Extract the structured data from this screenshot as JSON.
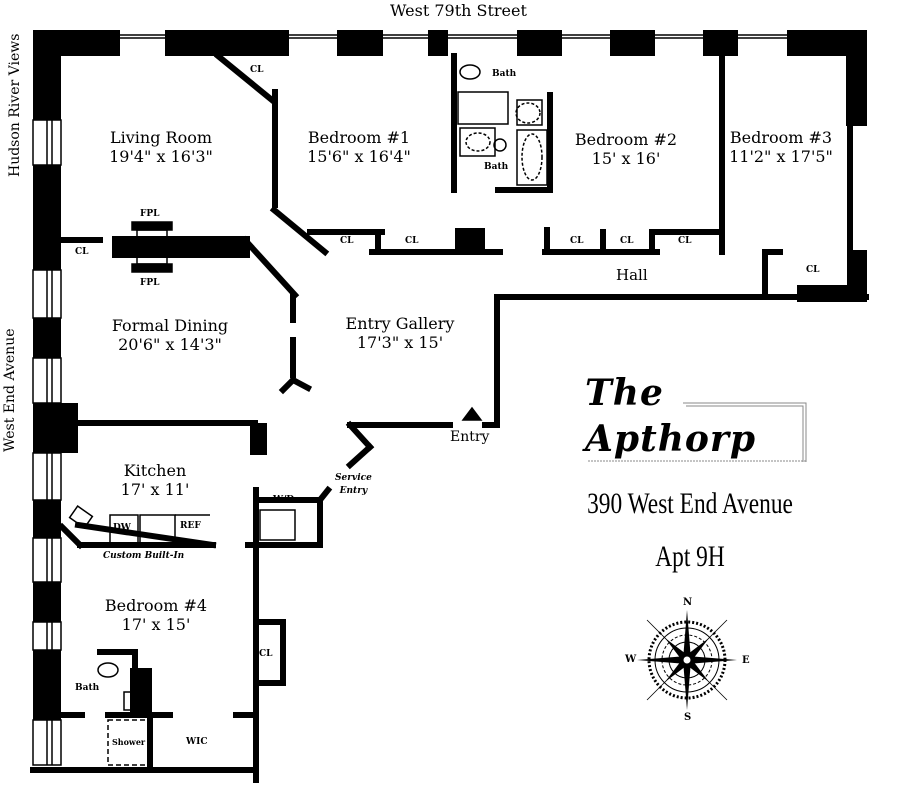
{
  "streets": {
    "north": "West 79th Street",
    "west_upper": "Hudson River Views",
    "west_lower": "West End Avenue"
  },
  "rooms": [
    {
      "id": "living-room",
      "name": "Living Room",
      "dims": "19'4\" x 16'3\""
    },
    {
      "id": "bedroom-1",
      "name": "Bedroom #1",
      "dims": "15'6\" x 16'4\""
    },
    {
      "id": "bedroom-2",
      "name": "Bedroom #2",
      "dims": "15' x 16'"
    },
    {
      "id": "bedroom-3",
      "name": "Bedroom #3",
      "dims": "11'2\" x 17'5\""
    },
    {
      "id": "formal-dining",
      "name": "Formal Dining",
      "dims": "20'6\" x 14'3\""
    },
    {
      "id": "entry-gallery",
      "name": "Entry Gallery",
      "dims": "17'3\" x 15'"
    },
    {
      "id": "kitchen",
      "name": "Kitchen",
      "dims": "17' x 11'"
    },
    {
      "id": "bedroom-4",
      "name": "Bedroom #4",
      "dims": "17' x 15'"
    }
  ],
  "labels": {
    "closet": "CL",
    "bath": "Bath",
    "hall": "Hall",
    "fireplace": "FPL",
    "entry": "Entry",
    "service_entry_line1": "Service",
    "service_entry_line2": "Entry",
    "washer_dryer": "W/D",
    "dishwasher": "DW",
    "refrigerator": "REF",
    "custom_built_in": "Custom Built-In",
    "walk_in_closet": "WIC",
    "shower": "Shower"
  },
  "branding": {
    "line1": "The",
    "line2": "Apthorp",
    "address": "390 West End Avenue",
    "unit": "Apt 9H"
  },
  "compass": {
    "n": "N",
    "s": "S",
    "e": "E",
    "w": "W"
  },
  "colors": {
    "wall": "#000000",
    "background": "#ffffff"
  }
}
